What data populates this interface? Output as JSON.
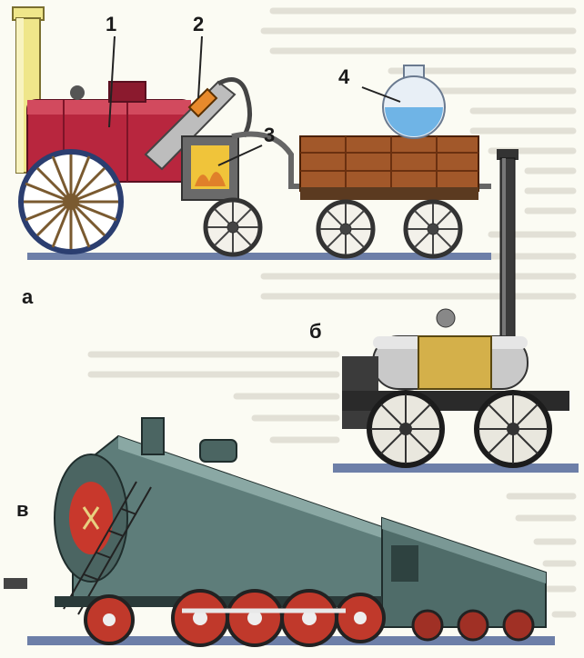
{
  "panels": {
    "a": "а",
    "b": "б",
    "c": "в"
  },
  "callouts": {
    "c1": "1",
    "c2": "2",
    "c3": "3",
    "c4": "4"
  },
  "colors": {
    "paper": "#fbfbf3",
    "text_shadow": "#c9c4bb",
    "boiler_red": "#b8263e",
    "tender_wood": "#8b4a1f",
    "rail_blue": "#6d7fa8",
    "chimney_yellow": "#efe68a",
    "steam_green": "#5e7d7a",
    "brass": "#d9b548"
  }
}
